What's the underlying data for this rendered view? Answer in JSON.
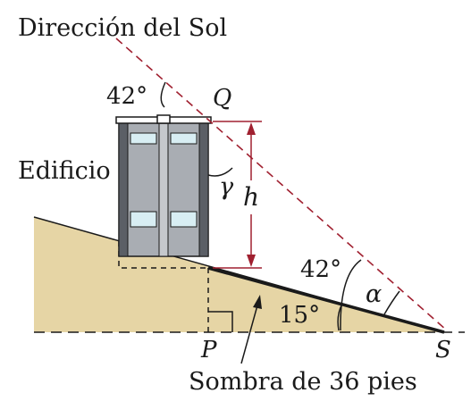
{
  "labels": {
    "sun_direction": "Dirección del Sol",
    "building": "Edificio",
    "shadow": "Sombra de 36 pies",
    "angle_top": "42°",
    "angle_ground": "42°",
    "angle_slope": "15°",
    "alpha": "α",
    "gamma": "γ",
    "height": "h",
    "point_q": "Q",
    "point_p": "P",
    "point_s": "S"
  },
  "colors": {
    "hill": "#e6d5a5",
    "sun_ray": "#a02030",
    "building_body": "#a9adb3",
    "building_dark": "#5b5f66",
    "window": "#d8eef3",
    "ink": "#1a1a1a"
  }
}
